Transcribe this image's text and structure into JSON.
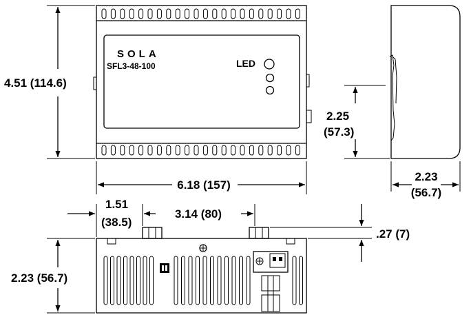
{
  "product": {
    "brand": "SOLA",
    "model": "SFL3-48-100",
    "led_label": "LED"
  },
  "dimensions": {
    "front_height": "4.51 (114.6)",
    "front_width": "6.18 (157)",
    "side_rail_height_top": "2.25",
    "side_rail_height_bottom": "(57.3)",
    "side_depth_top": "2.23",
    "side_depth_bottom": "(56.7)",
    "bottom_offset_top": "1.51",
    "bottom_offset_bottom": "(38.5)",
    "bottom_spacing": "3.14 (80)",
    "clip_height": ".27 (7)",
    "bottom_depth": "2.23 (56.7)"
  },
  "colors": {
    "line": "#000000",
    "background": "#ffffff"
  }
}
